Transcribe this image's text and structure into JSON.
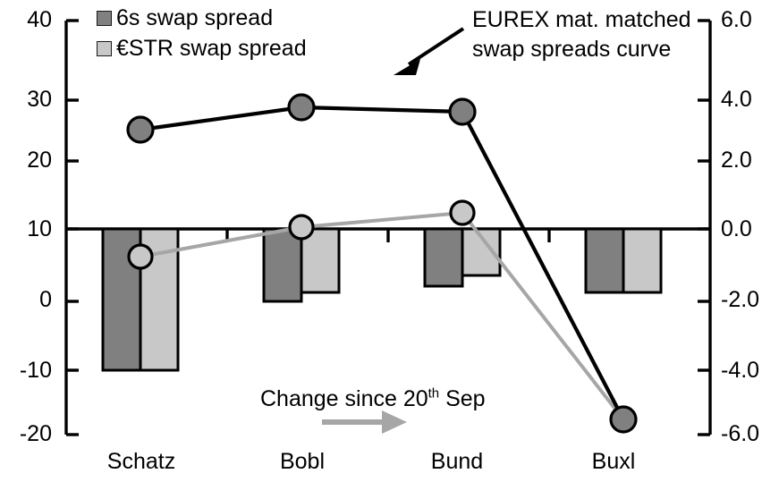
{
  "chart_data": {
    "type": "bar",
    "title": "",
    "categories": [
      "Schatz",
      "Bobl",
      "Bund",
      "Buxl"
    ],
    "series": [
      {
        "name": "6s swap spread",
        "type": "bar",
        "axis": "right",
        "color": "#808080",
        "values": [
          -4.1,
          -2.0,
          -1.6,
          -1.8
        ]
      },
      {
        "name": "€STR swap spread",
        "type": "bar",
        "axis": "right",
        "color": "#c8c8c8",
        "values": [
          -4.1,
          -1.85,
          -1.3,
          -1.8
        ]
      },
      {
        "name": "EUREX mat. matched swap spreads curve",
        "type": "line",
        "axis": "left",
        "color": "#000000",
        "marker_fill": "#808080",
        "values": [
          24.6,
          27.9,
          27.3,
          -18.1
        ]
      },
      {
        "name": "Change since 20th Sep",
        "type": "line",
        "axis": "left",
        "color": "#a6a6a6",
        "marker_fill": "#c8c8c8",
        "values": [
          6.1,
          10.5,
          12.7,
          -18.1
        ]
      }
    ],
    "left_axis": {
      "ticks": [
        "40",
        "30",
        "20",
        "10",
        "0",
        "-10",
        "-20"
      ],
      "min": -20,
      "max": 40,
      "label": ""
    },
    "right_axis": {
      "ticks": [
        "6.0",
        "4.0",
        "2.0",
        "0.0",
        "-2.0",
        "-4.0",
        "-6.0"
      ],
      "min": -6.0,
      "max": 6.0,
      "label": ""
    },
    "xlabel": "",
    "grid": false,
    "zero_line_left_value": 10,
    "zero_line_right_value": 0.0
  },
  "legend": {
    "position": "top-left",
    "items": [
      {
        "label": "6s swap spread",
        "color": "#808080"
      },
      {
        "label": "€STR swap spread",
        "color": "#c8c8c8"
      }
    ]
  },
  "annotations": {
    "curve_note_line1": "EUREX mat. matched",
    "curve_note_line2": "swap spreads curve",
    "change_note_prefix": "Change since 20",
    "change_note_sup": "th",
    "change_note_suffix": " Sep"
  },
  "axes": {
    "left_ticks": [
      "40",
      "30",
      "20",
      "10",
      "0",
      "-10",
      "-20"
    ],
    "right_ticks": [
      "6.0",
      "4.0",
      "2.0",
      "0.0",
      "-2.0",
      "-4.0",
      "-6.0"
    ],
    "categories": [
      "Schatz",
      "Bobl",
      "Bund",
      "Buxl"
    ]
  },
  "colors": {
    "dark_bar": "#808080",
    "light_bar": "#c8c8c8",
    "line_dark": "#000000",
    "line_gray": "#a6a6a6",
    "marker_dark_fill": "#808080",
    "marker_gray_fill": "#c8c8c8",
    "axis": "#000000"
  }
}
